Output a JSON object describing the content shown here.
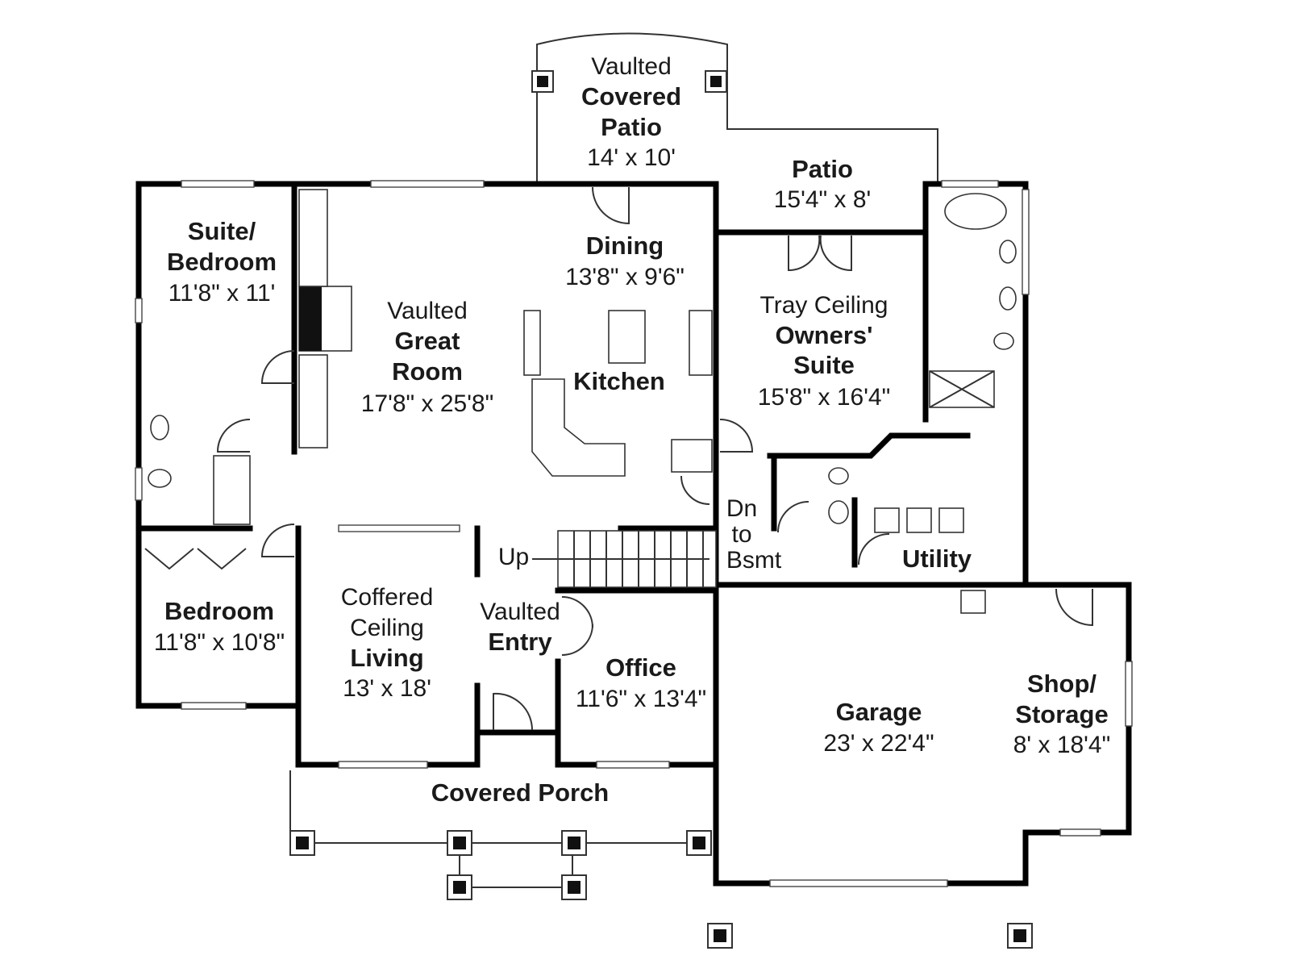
{
  "rooms": {
    "covered_patio": {
      "l1": "Vaulted",
      "l2": "Covered",
      "l3": "Patio",
      "dims": "14' x 10'"
    },
    "patio": {
      "name": "Patio",
      "dims": "15'4\" x 8'"
    },
    "suite_bedroom": {
      "l1": "Suite/",
      "l2": "Bedroom",
      "dims": "11'8\" x 11'"
    },
    "great_room": {
      "l1": "Vaulted",
      "l2": "Great",
      "l3": "Room",
      "dims": "17'8\" x 25'8\""
    },
    "dining": {
      "name": "Dining",
      "dims": "13'8\" x 9'6\""
    },
    "kitchen": {
      "name": "Kitchen"
    },
    "owners_suite": {
      "l1": "Tray Ceiling",
      "l2": "Owners'",
      "l3": "Suite",
      "dims": "15'8\" x 16'4\""
    },
    "bedroom": {
      "name": "Bedroom",
      "dims": "11'8\" x 10'8\""
    },
    "living": {
      "l1": "Coffered",
      "l2": "Ceiling",
      "l3": "Living",
      "dims": "13' x 18'"
    },
    "entry": {
      "l1": "Vaulted",
      "l2": "Entry"
    },
    "office": {
      "name": "Office",
      "dims": "11'6\" x 13'4\""
    },
    "utility": {
      "name": "Utility"
    },
    "garage": {
      "name": "Garage",
      "dims": "23' x 22'4\""
    },
    "shop": {
      "l1": "Shop/",
      "l2": "Storage",
      "dims": "8' x 18'4\""
    },
    "porch": {
      "name": "Covered Porch"
    }
  },
  "stairs": {
    "up": "Up",
    "dn1": "Dn",
    "dn2": "to",
    "dn3": "Bsmt"
  }
}
